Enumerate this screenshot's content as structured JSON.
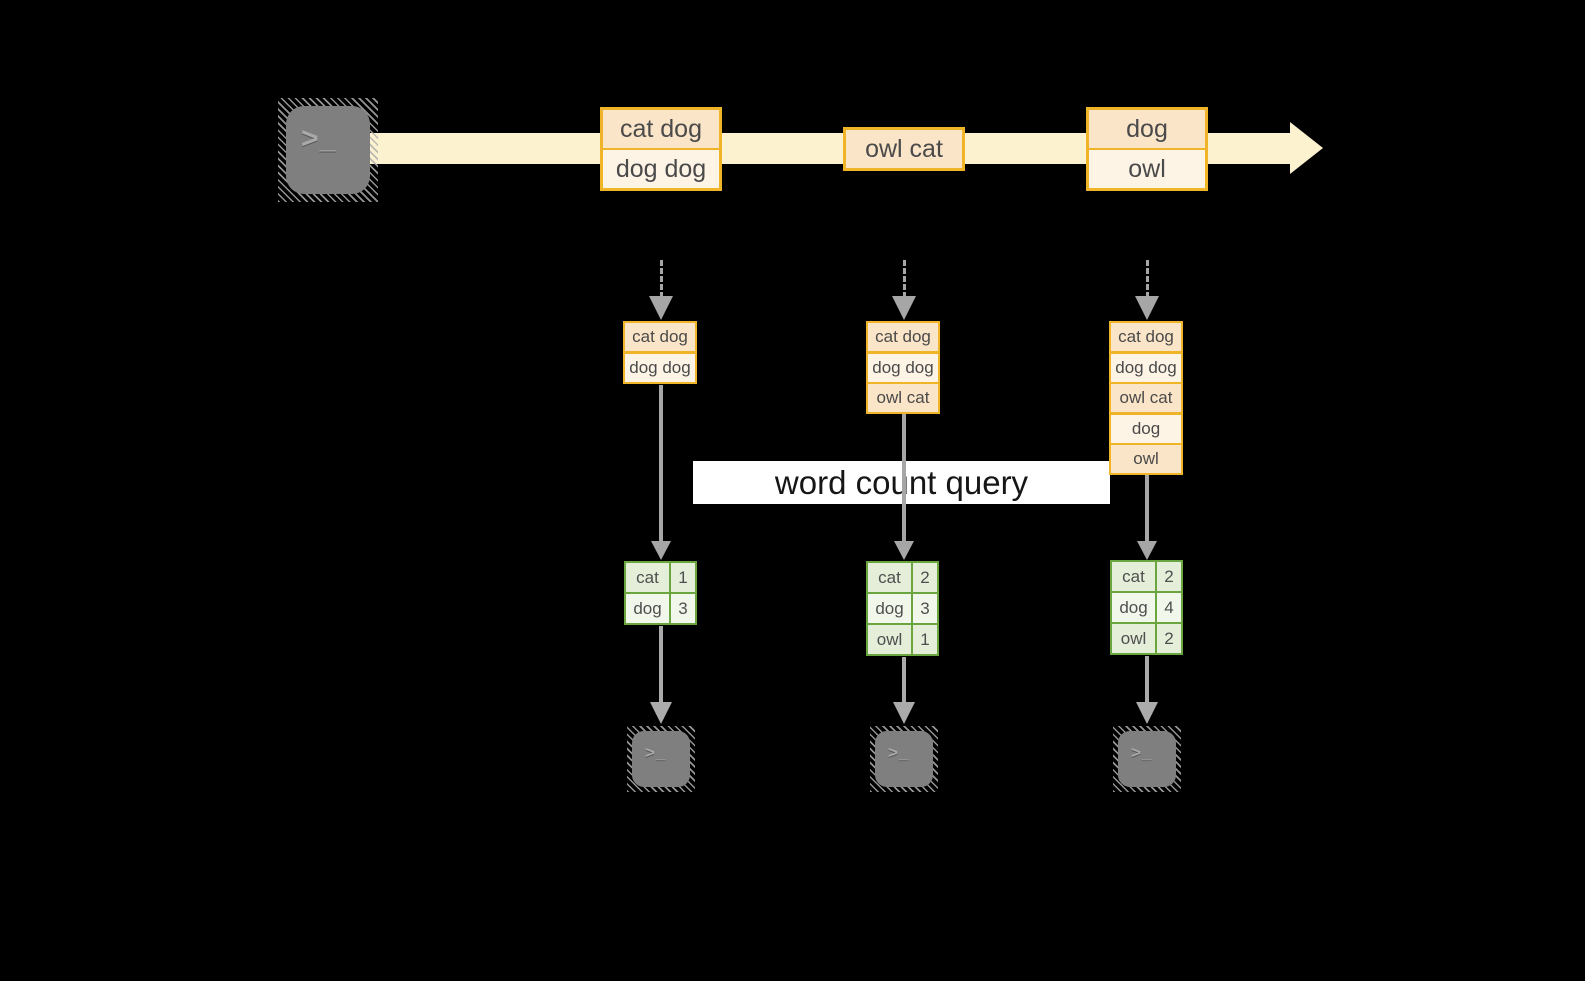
{
  "icons": {
    "terminal_prompt": ">_"
  },
  "query_label": "word count query",
  "colors": {
    "background": "#000000",
    "stream_fill": "#fcf2d0",
    "amber_border": "#f0b428",
    "peach_fill": "#fbe5c8",
    "cream_fill": "#fdf4e6",
    "green_border": "#6ba53f",
    "green_cell": "#e4eed9",
    "green_cell_light": "#f2f7ec",
    "arrow_gray": "#a6a6a6",
    "terminal_gray": "#7f7f7f",
    "label_bg": "#ffffff",
    "text_dark": "#4a4a4a"
  },
  "stream": {
    "events": [
      {
        "lines": [
          "cat dog",
          "dog dog"
        ]
      },
      {
        "lines": [
          "owl cat"
        ]
      },
      {
        "lines": [
          "dog",
          "owl"
        ]
      }
    ]
  },
  "columns": [
    {
      "stack": [
        "cat dog",
        "dog dog"
      ],
      "counts": [
        {
          "word": "cat",
          "count": "1"
        },
        {
          "word": "dog",
          "count": "3"
        }
      ]
    },
    {
      "stack": [
        "cat dog",
        "dog dog",
        "owl cat"
      ],
      "counts": [
        {
          "word": "cat",
          "count": "2"
        },
        {
          "word": "dog",
          "count": "3"
        },
        {
          "word": "owl",
          "count": "1"
        }
      ]
    },
    {
      "stack": [
        "cat dog",
        "dog dog",
        "owl cat",
        "dog",
        "owl"
      ],
      "counts": [
        {
          "word": "cat",
          "count": "2"
        },
        {
          "word": "dog",
          "count": "4"
        },
        {
          "word": "owl",
          "count": "2"
        }
      ]
    }
  ]
}
